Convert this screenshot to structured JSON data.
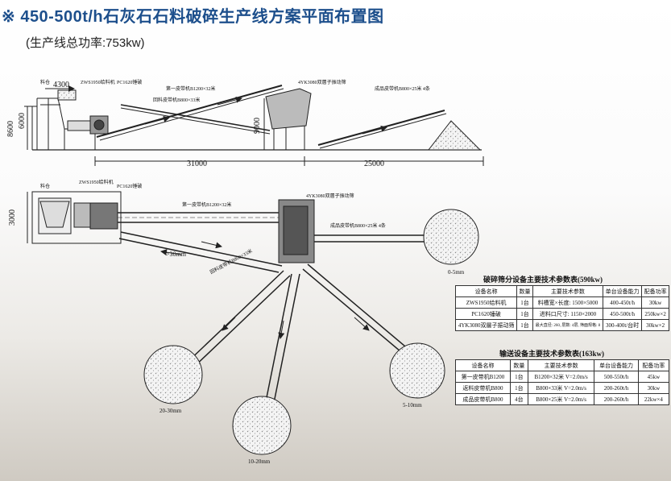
{
  "title": "※ 450-500t/h石灰石石料破碎生产线方案平面布置图",
  "subtitle": "(生产线总功率:753kw)",
  "elevation": {
    "dim_top": "4300",
    "dim_h1": "8600",
    "dim_h2": "6000",
    "dim_h3": "9000",
    "dim_w1": "31000",
    "dim_w2": "25000",
    "lbl_bin": "料仓",
    "lbl_feeder": "ZWS1950给料机",
    "lbl_crusher": "PC1620锤破",
    "lbl_belt1": "第一皮带机B1200×32米",
    "lbl_return": "回料皮带机B800×33米",
    "lbl_screen": "4YK3080双層子振动筛",
    "lbl_product": "成品皮带机B800×25米 4条"
  },
  "plan": {
    "dim_w": "3000",
    "lbl_bin": "料仓",
    "lbl_feeder": "ZWS1950给料机",
    "lbl_crusher": "PC1620锤破",
    "lbl_belt1": "第一皮带机B1200×32米",
    "lbl_screen": "4YK3080双層子振动筛",
    "lbl_product": "成品皮带机B800×25米 4条",
    "lbl_return": "回料皮带机B800×33米",
    "lbl_30mm": ">30mm",
    "pile_labels": [
      "0-5mm",
      "20-30mm",
      "10-20mm",
      "5-10mm"
    ]
  },
  "table1": {
    "caption": "破碎筛分设备主要技术参数表(590kw)",
    "headers": [
      "设备名称",
      "数量",
      "主要技术参数",
      "单台设备能力",
      "配备功率"
    ],
    "rows": [
      [
        "ZWS1950给料机",
        "1台",
        "料槽宽×长度: 1500×5000",
        "400-450t/h",
        "30kw"
      ],
      [
        "PC1620锤破",
        "1台",
        "进料口尺寸: 1150×2000",
        "450-500t/h",
        "250kw×2"
      ],
      [
        "4YK3080双層子振动筛",
        "1台",
        "最大直径: 260, 层数: 4层, 筛面规格: 8",
        "300-400t/台时",
        "30kw×2"
      ]
    ]
  },
  "table2": {
    "caption": "输送设备主要技术参数表(163kw)",
    "headers": [
      "设备名称",
      "数量",
      "主要技术参数",
      "单台设备能力",
      "配备功率"
    ],
    "rows": [
      [
        "第一皮带机B1200",
        "1台",
        "B1200×32米  V=2.0m/s",
        "500-550t/h",
        "45kw"
      ],
      [
        "返料皮带机B800",
        "1台",
        "B800×33米  V=2.0m/s",
        "200-260t/h",
        "30kw"
      ],
      [
        "成品皮带机B800",
        "4台",
        "B800×25米  V=2.0m/s",
        "200-260t/h",
        "22kw×4"
      ]
    ]
  },
  "colors": {
    "title": "#1d4f8c",
    "line": "#222222"
  }
}
